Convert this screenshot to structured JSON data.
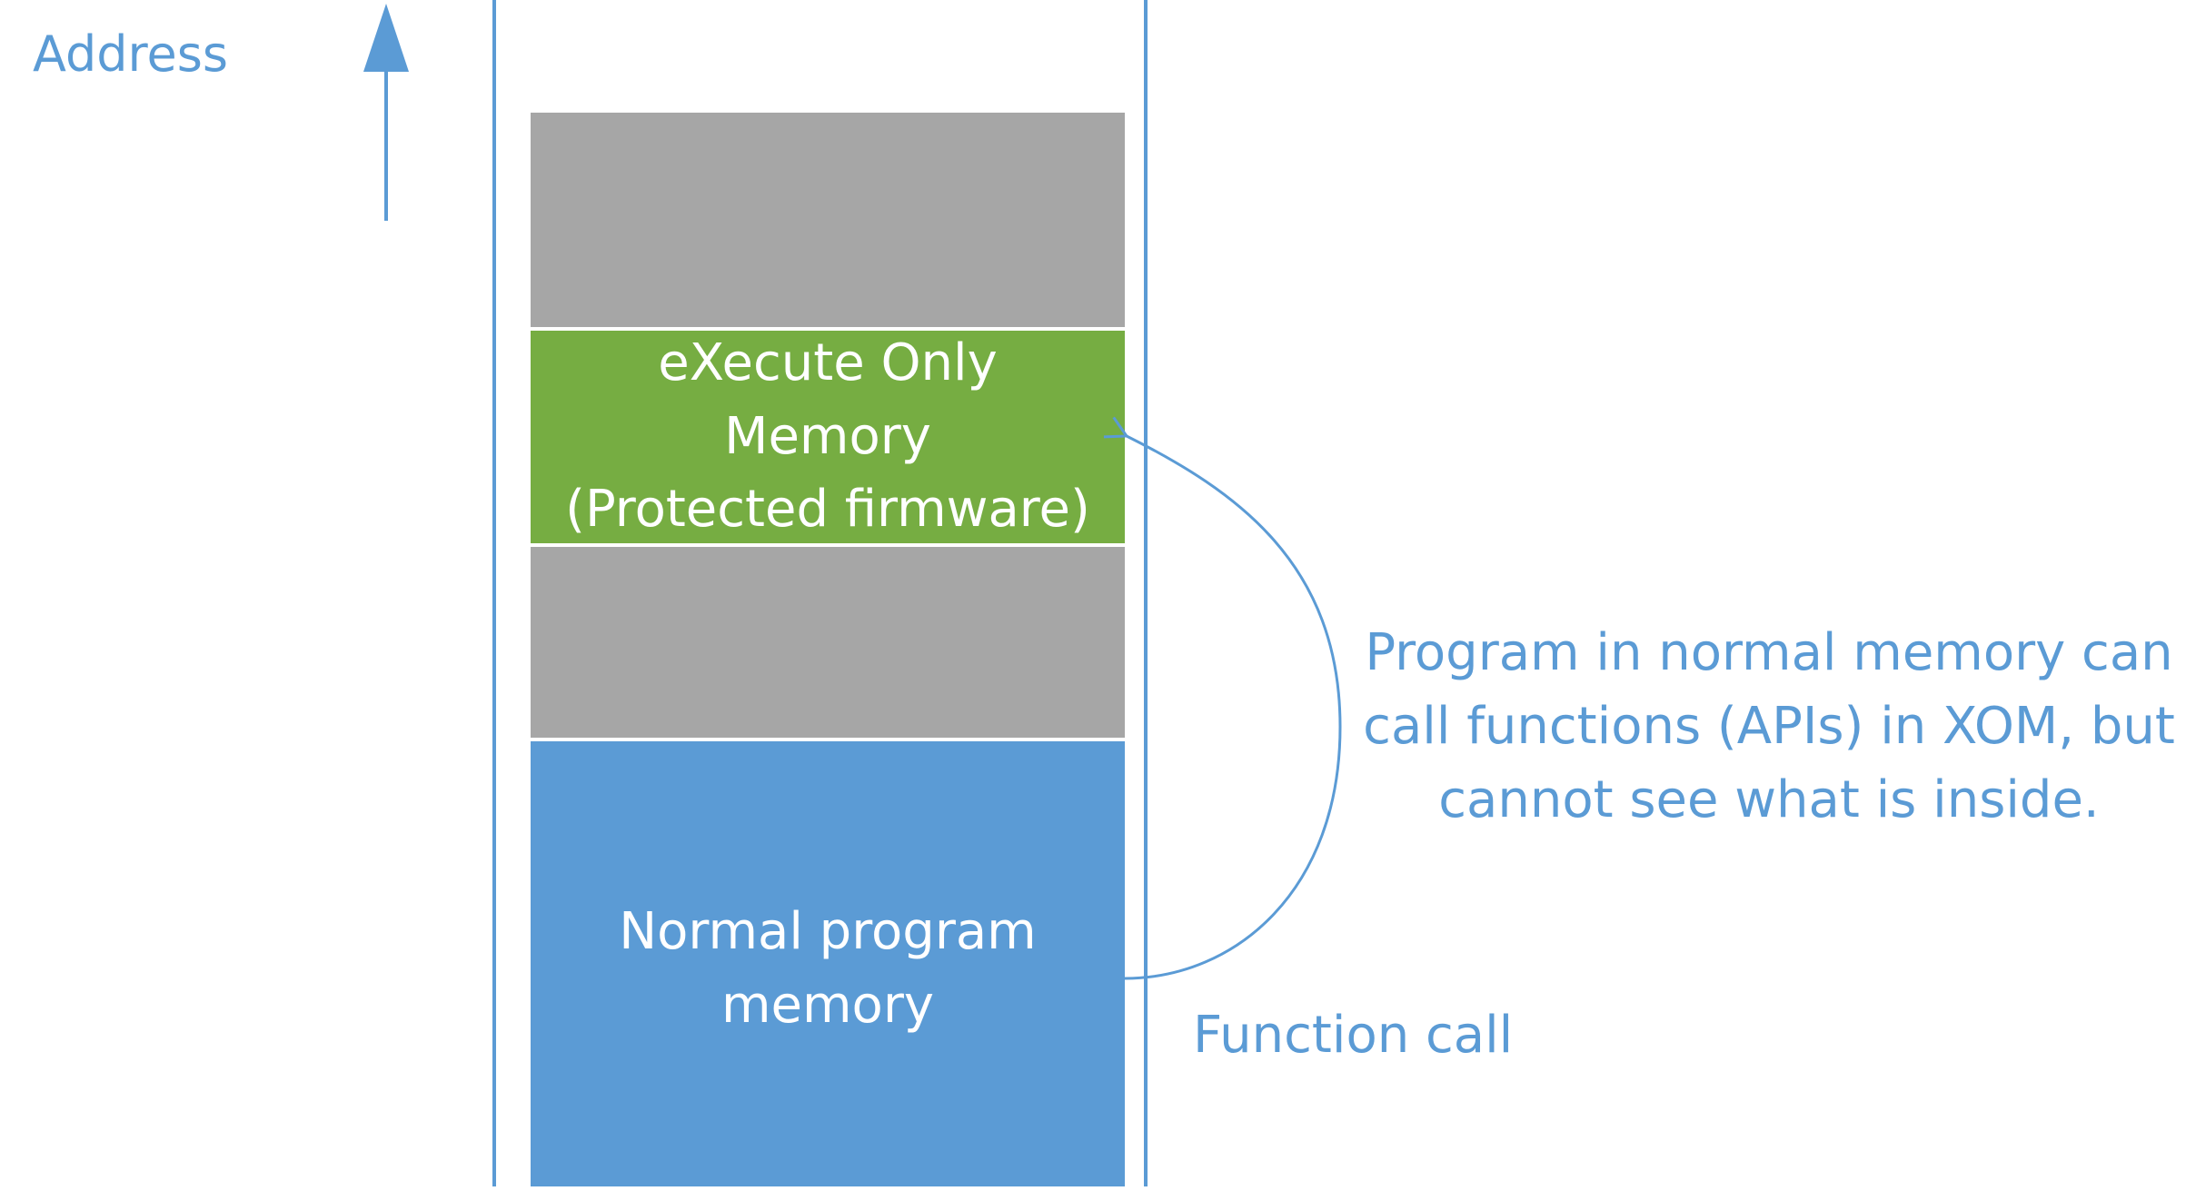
{
  "diagram": {
    "address_label": "Address",
    "blocks": {
      "top_gray": {
        "color": "#a6a6a6"
      },
      "xom": {
        "color": "#76ad42",
        "lines": [
          "eXecute Only",
          "Memory",
          "(Protected firmware)"
        ]
      },
      "middle_gray": {
        "color": "#a6a6a6"
      },
      "normal": {
        "color": "#5b9bd5",
        "lines": [
          "Normal program",
          "memory"
        ]
      }
    },
    "function_call_label": "Function call",
    "annotation_lines": [
      "Program in normal memory can",
      "call functions (APIs) in XOM, but",
      "cannot see what is inside."
    ],
    "colors": {
      "accent": "#5b9bd5",
      "block_text": "#ffffff",
      "divider": "#ffffff"
    }
  }
}
